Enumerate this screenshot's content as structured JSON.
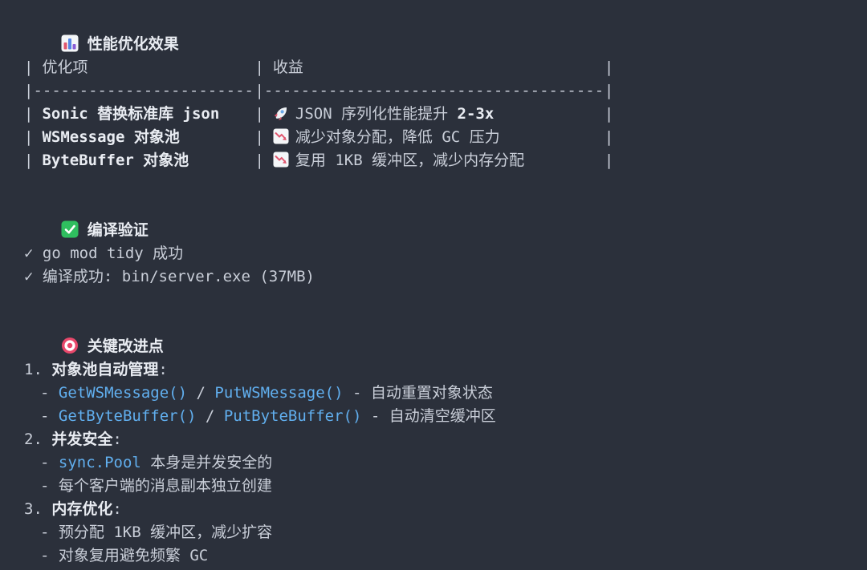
{
  "theme": {
    "background": "#2b303b",
    "text": "#c9ced8",
    "bold_text": "#e9ecf2",
    "code_text": "#61afef",
    "icon_green": "#2fbe5f",
    "icon_red_pink": "#e0566e",
    "icon_blue": "#5585e5",
    "icon_white": "#f4f6f8"
  },
  "perf_section": {
    "icon": "bar-chart-icon",
    "title": "性能优化效果",
    "table": {
      "pipe": "|",
      "dashes": "--------------------------------------------------------------------------------",
      "header_col1": "优化项",
      "header_col2": "收益",
      "rows": [
        {
          "icon": "rocket-icon",
          "item": "Sonic 替换标准库 json",
          "benefit": "JSON 序列化性能提升 ",
          "benefit_bold": "2-3x"
        },
        {
          "icon": "chart-decreasing-icon",
          "item": "WSMessage 对象池",
          "benefit": "减少对象分配，降低 GC 压力",
          "benefit_bold": ""
        },
        {
          "icon": "chart-decreasing-icon",
          "item": "ByteBuffer 对象池",
          "benefit": "复用 1KB 缓冲区，减少内存分配",
          "benefit_bold": ""
        }
      ]
    }
  },
  "compile_section": {
    "icon": "check-icon",
    "title": "编译验证",
    "checks": [
      {
        "mark": "✓",
        "text": " go mod tidy 成功"
      },
      {
        "mark": "✓",
        "text": " 编译成功: bin/server.exe (37MB)"
      }
    ]
  },
  "improvements_section": {
    "icon": "dart-icon",
    "title": "关键改进点",
    "items": [
      {
        "number": "1. ",
        "label": "对象池自动管理",
        "colon": ":",
        "subs": [
          {
            "bullet": "- ",
            "code1": "GetWSMessage()",
            "sep": " / ",
            "code2": "PutWSMessage()",
            "rest": " - 自动重置对象状态"
          },
          {
            "bullet": "- ",
            "code1": "GetByteBuffer()",
            "sep": " / ",
            "code2": "PutByteBuffer()",
            "rest": " - 自动清空缓冲区"
          }
        ]
      },
      {
        "number": "2. ",
        "label": "并发安全",
        "colon": ":",
        "subs": [
          {
            "bullet": "- ",
            "code1": "sync.Pool",
            "rest": " 本身是并发安全的"
          },
          {
            "bullet": "- ",
            "rest": "每个客户端的消息副本独立创建"
          }
        ]
      },
      {
        "number": "3. ",
        "label": "内存优化",
        "colon": ":",
        "subs": [
          {
            "bullet": "- ",
            "rest": "预分配 1KB 缓冲区，减少扩容"
          },
          {
            "bullet": "- ",
            "rest": "对象复用避免频繁 GC"
          }
        ]
      }
    ]
  }
}
